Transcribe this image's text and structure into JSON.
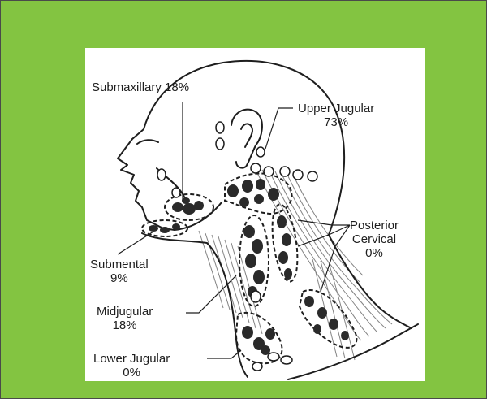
{
  "diagram": {
    "labels": {
      "submaxillary": {
        "name": "Submaxillary",
        "value": "18%"
      },
      "upper_jugular": {
        "name": "Upper Jugular",
        "value": "73%"
      },
      "posterior_cervical": {
        "name_line1": "Posterior",
        "name_line2": "Cervical",
        "value": "0%"
      },
      "submental": {
        "name": "Submental",
        "value": "9%"
      },
      "midjugular": {
        "name": "Midjugular",
        "value": "18%"
      },
      "lower_jugular": {
        "name": "Lower Jugular",
        "value": "0%"
      }
    },
    "colors": {
      "background": "#83c441",
      "panel": "#ffffff",
      "ink": "#1e1e1e"
    }
  }
}
